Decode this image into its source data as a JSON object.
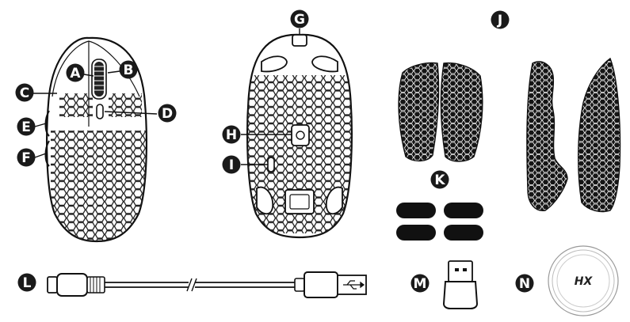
{
  "labels": {
    "A": "A",
    "B": "B",
    "C": "C",
    "D": "D",
    "E": "E",
    "F": "F",
    "G": "G",
    "H": "H",
    "I": "I",
    "J": "J",
    "K": "K",
    "L": "L",
    "M": "M",
    "N": "N"
  },
  "logo_text": "HX",
  "colors": {
    "ink": "#111111",
    "badge": "#1a1a1a",
    "grip": "#161616",
    "background": "#ffffff"
  }
}
